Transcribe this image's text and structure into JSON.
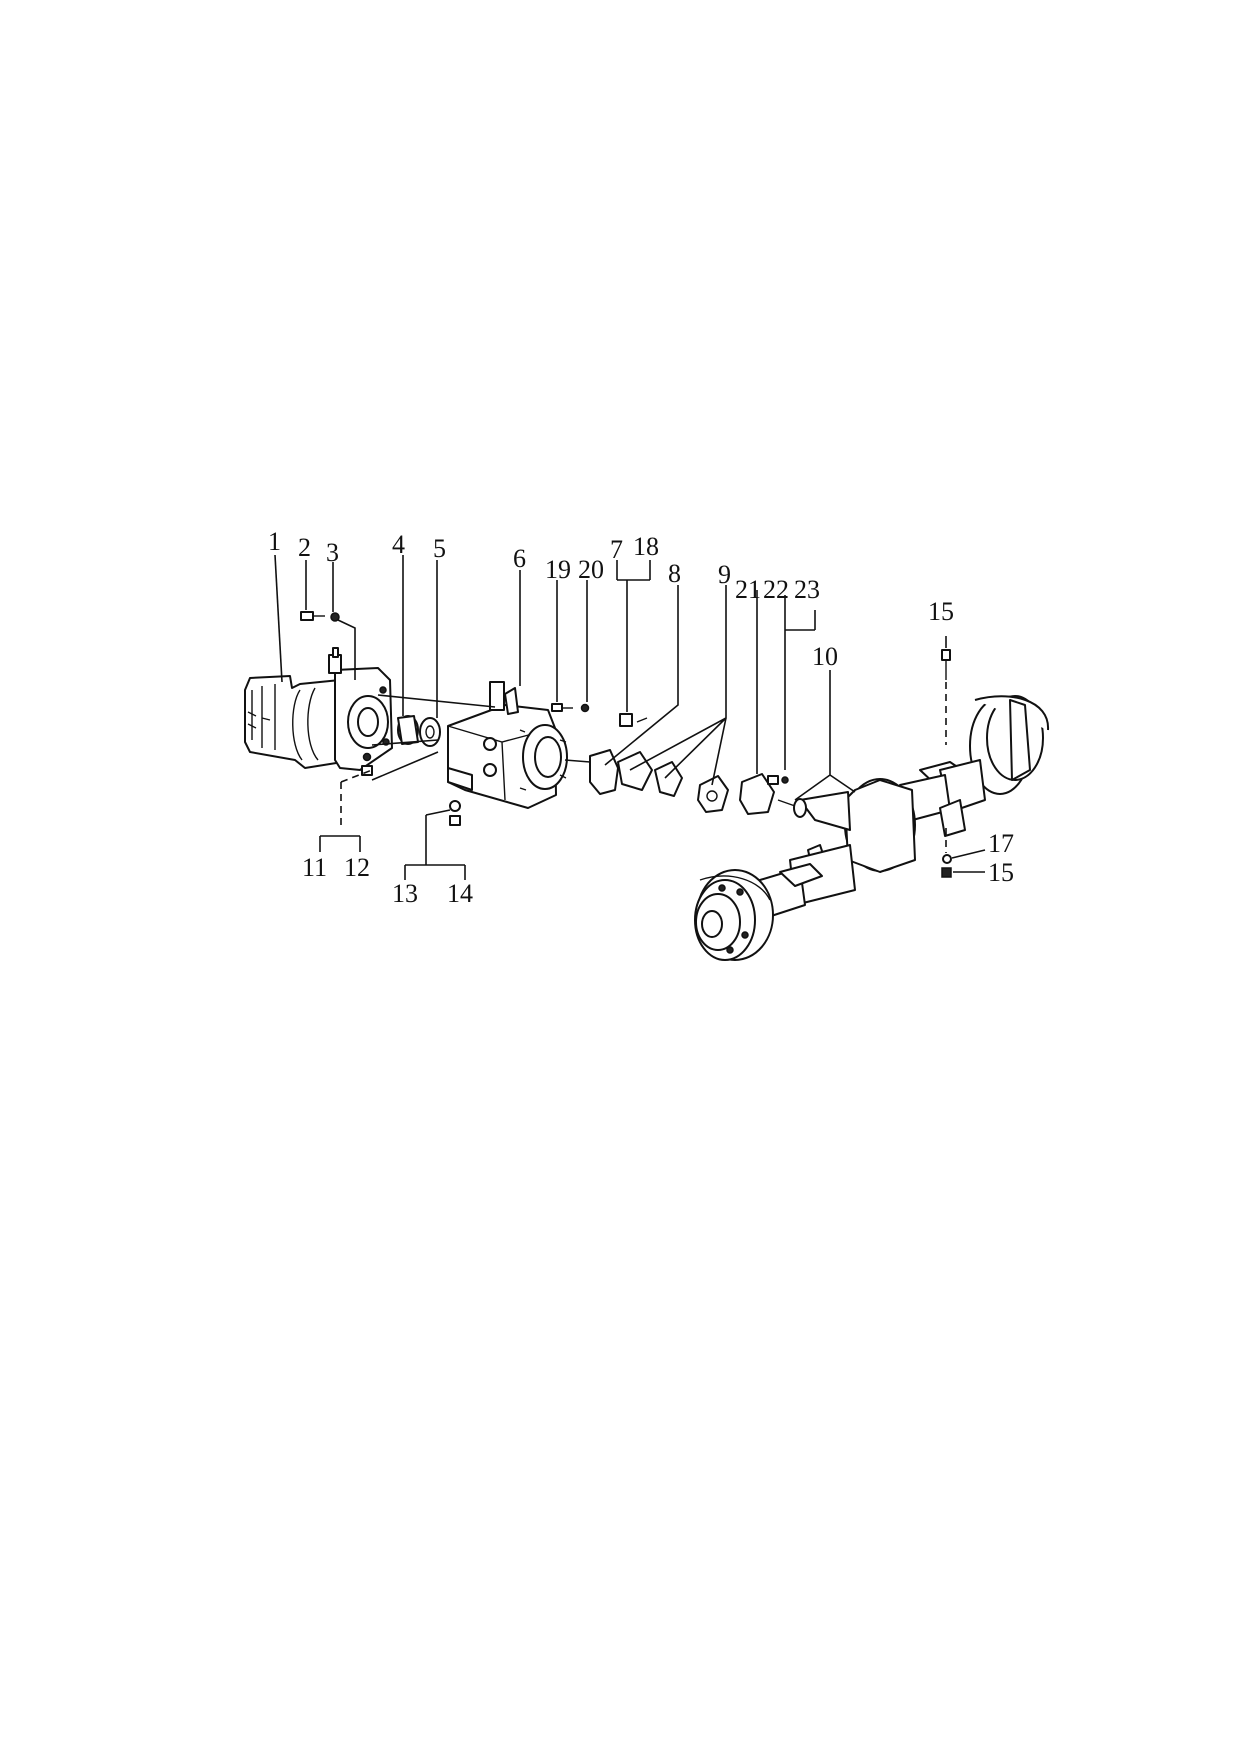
{
  "callouts": {
    "n1": "1",
    "n2": "2",
    "n3": "3",
    "n4": "4",
    "n5": "5",
    "n6": "6",
    "n19": "19",
    "n20": "20",
    "n7": "7",
    "n18": "18",
    "n8": "8",
    "n9": "9",
    "n21": "21",
    "n22": "22",
    "n23": "23",
    "n10": "10",
    "n15_top": "15",
    "n11": "11",
    "n12": "12",
    "n13": "13",
    "n14": "14",
    "n17": "17",
    "n15_bottom": "15"
  }
}
